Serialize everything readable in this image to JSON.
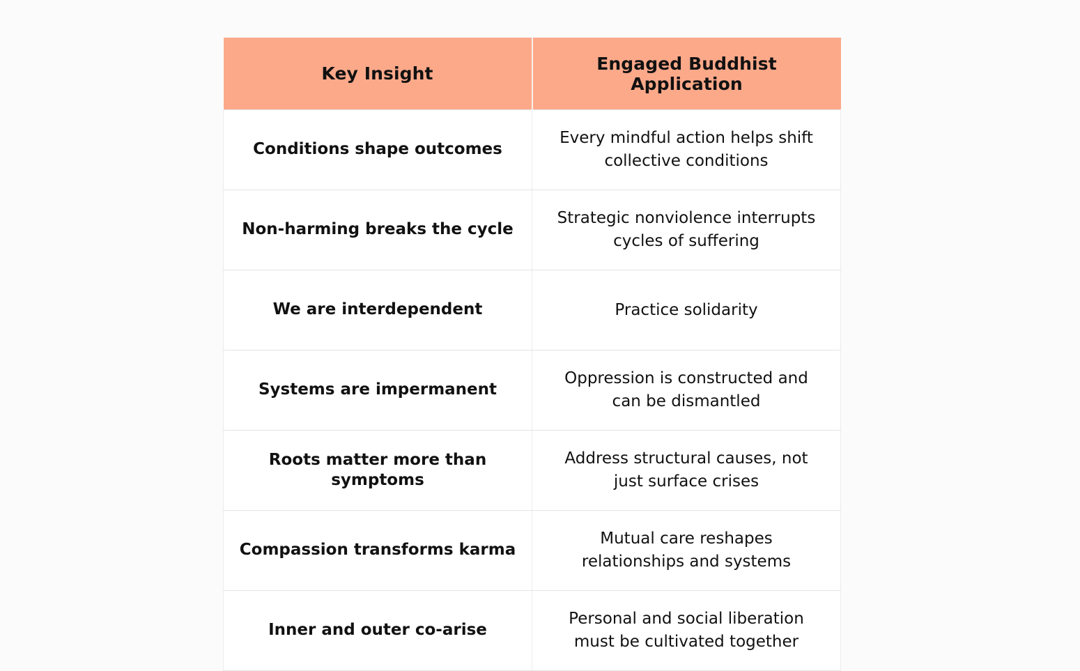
{
  "page": {
    "background_color": "#fbfbfb"
  },
  "table": {
    "header_background": "#fca98a",
    "text_color": "#111111",
    "border_color": "#e3e3e3",
    "columns": [
      {
        "label": "Key Insight"
      },
      {
        "label": "Engaged Buddhist Application"
      }
    ],
    "rows": [
      {
        "insight": "Conditions shape outcomes",
        "application": "Every mindful action helps shift collective conditions"
      },
      {
        "insight": "Non-harming breaks the cycle",
        "application": "Strategic nonviolence interrupts cycles of suffering"
      },
      {
        "insight": "We are interdependent",
        "application": "Practice solidarity"
      },
      {
        "insight": "Systems are impermanent",
        "application": "Oppression is constructed and can be dismantled"
      },
      {
        "insight": "Roots matter more than symptoms",
        "application": "Address structural causes, not just surface crises"
      },
      {
        "insight": "Compassion transforms karma",
        "application": "Mutual care reshapes relationships and systems"
      },
      {
        "insight": "Inner and outer co-arise",
        "application": "Personal and social liberation must be cultivated together"
      }
    ]
  }
}
